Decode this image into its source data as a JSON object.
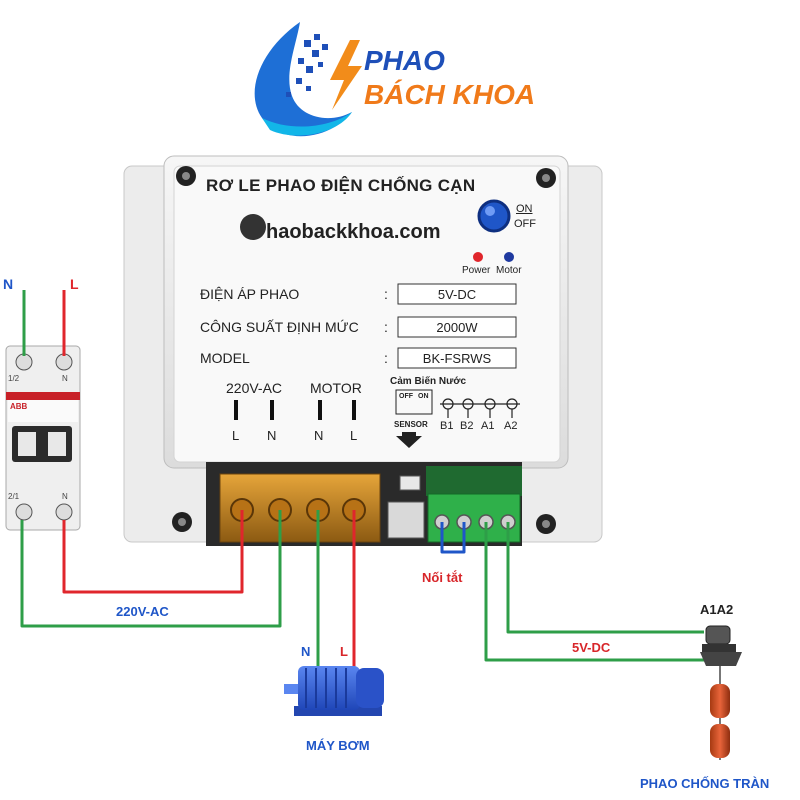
{
  "brand": {
    "line1": "PHAO",
    "line2": "BÁCH KHOA"
  },
  "device": {
    "title": "RƠ LE PHAO ĐIỆN CHỐNG CẠN",
    "site": "haobackkhoa.com",
    "onoff": {
      "on": "ON",
      "off": "OFF"
    },
    "indicators": {
      "power": "Power",
      "motor": "Motor"
    },
    "specs": [
      {
        "label": "ĐIỆN ÁP PHAO",
        "colon": ":",
        "value": "5V-DC"
      },
      {
        "label": "CÔNG SUẤT ĐỊNH MỨC",
        "colon": ":",
        "value": "2000W"
      },
      {
        "label": "MODEL",
        "colon": ":",
        "value": "BK-FSRWS"
      }
    ],
    "terminal_groups": {
      "ac": "220V-AC",
      "motor": "MOTOR"
    },
    "terminal_letters": [
      "L",
      "N",
      "N",
      "L"
    ],
    "sensor": {
      "title": "Cảm Biến Nước",
      "off": "OFF",
      "on": "ON",
      "label": "SENSOR",
      "b1": "B1",
      "b2": "B2",
      "a1": "A1",
      "a2": "A2"
    }
  },
  "breaker": {
    "n": "N",
    "l": "L",
    "top_left": "1/2",
    "top_right": "N",
    "bottom_left": "2/1",
    "bottom_right": "N",
    "brand": "ABB"
  },
  "labels": {
    "ac_line": "220V-AC",
    "jumper": "Nối tắt",
    "dc_line": "5V-DC",
    "float_terminal": "A1A2",
    "pump_n": "N",
    "pump_l": "L",
    "pump": "MÁY BƠM",
    "float": "PHAO CHỐNG TRÀN"
  },
  "colors": {
    "wire_red": "#e0262c",
    "wire_green": "#2e9e48",
    "blue": "#1f56c8",
    "red_text": "#d8262a",
    "orange": "#f07a1a",
    "brand_blue": "#1e4fb8"
  }
}
